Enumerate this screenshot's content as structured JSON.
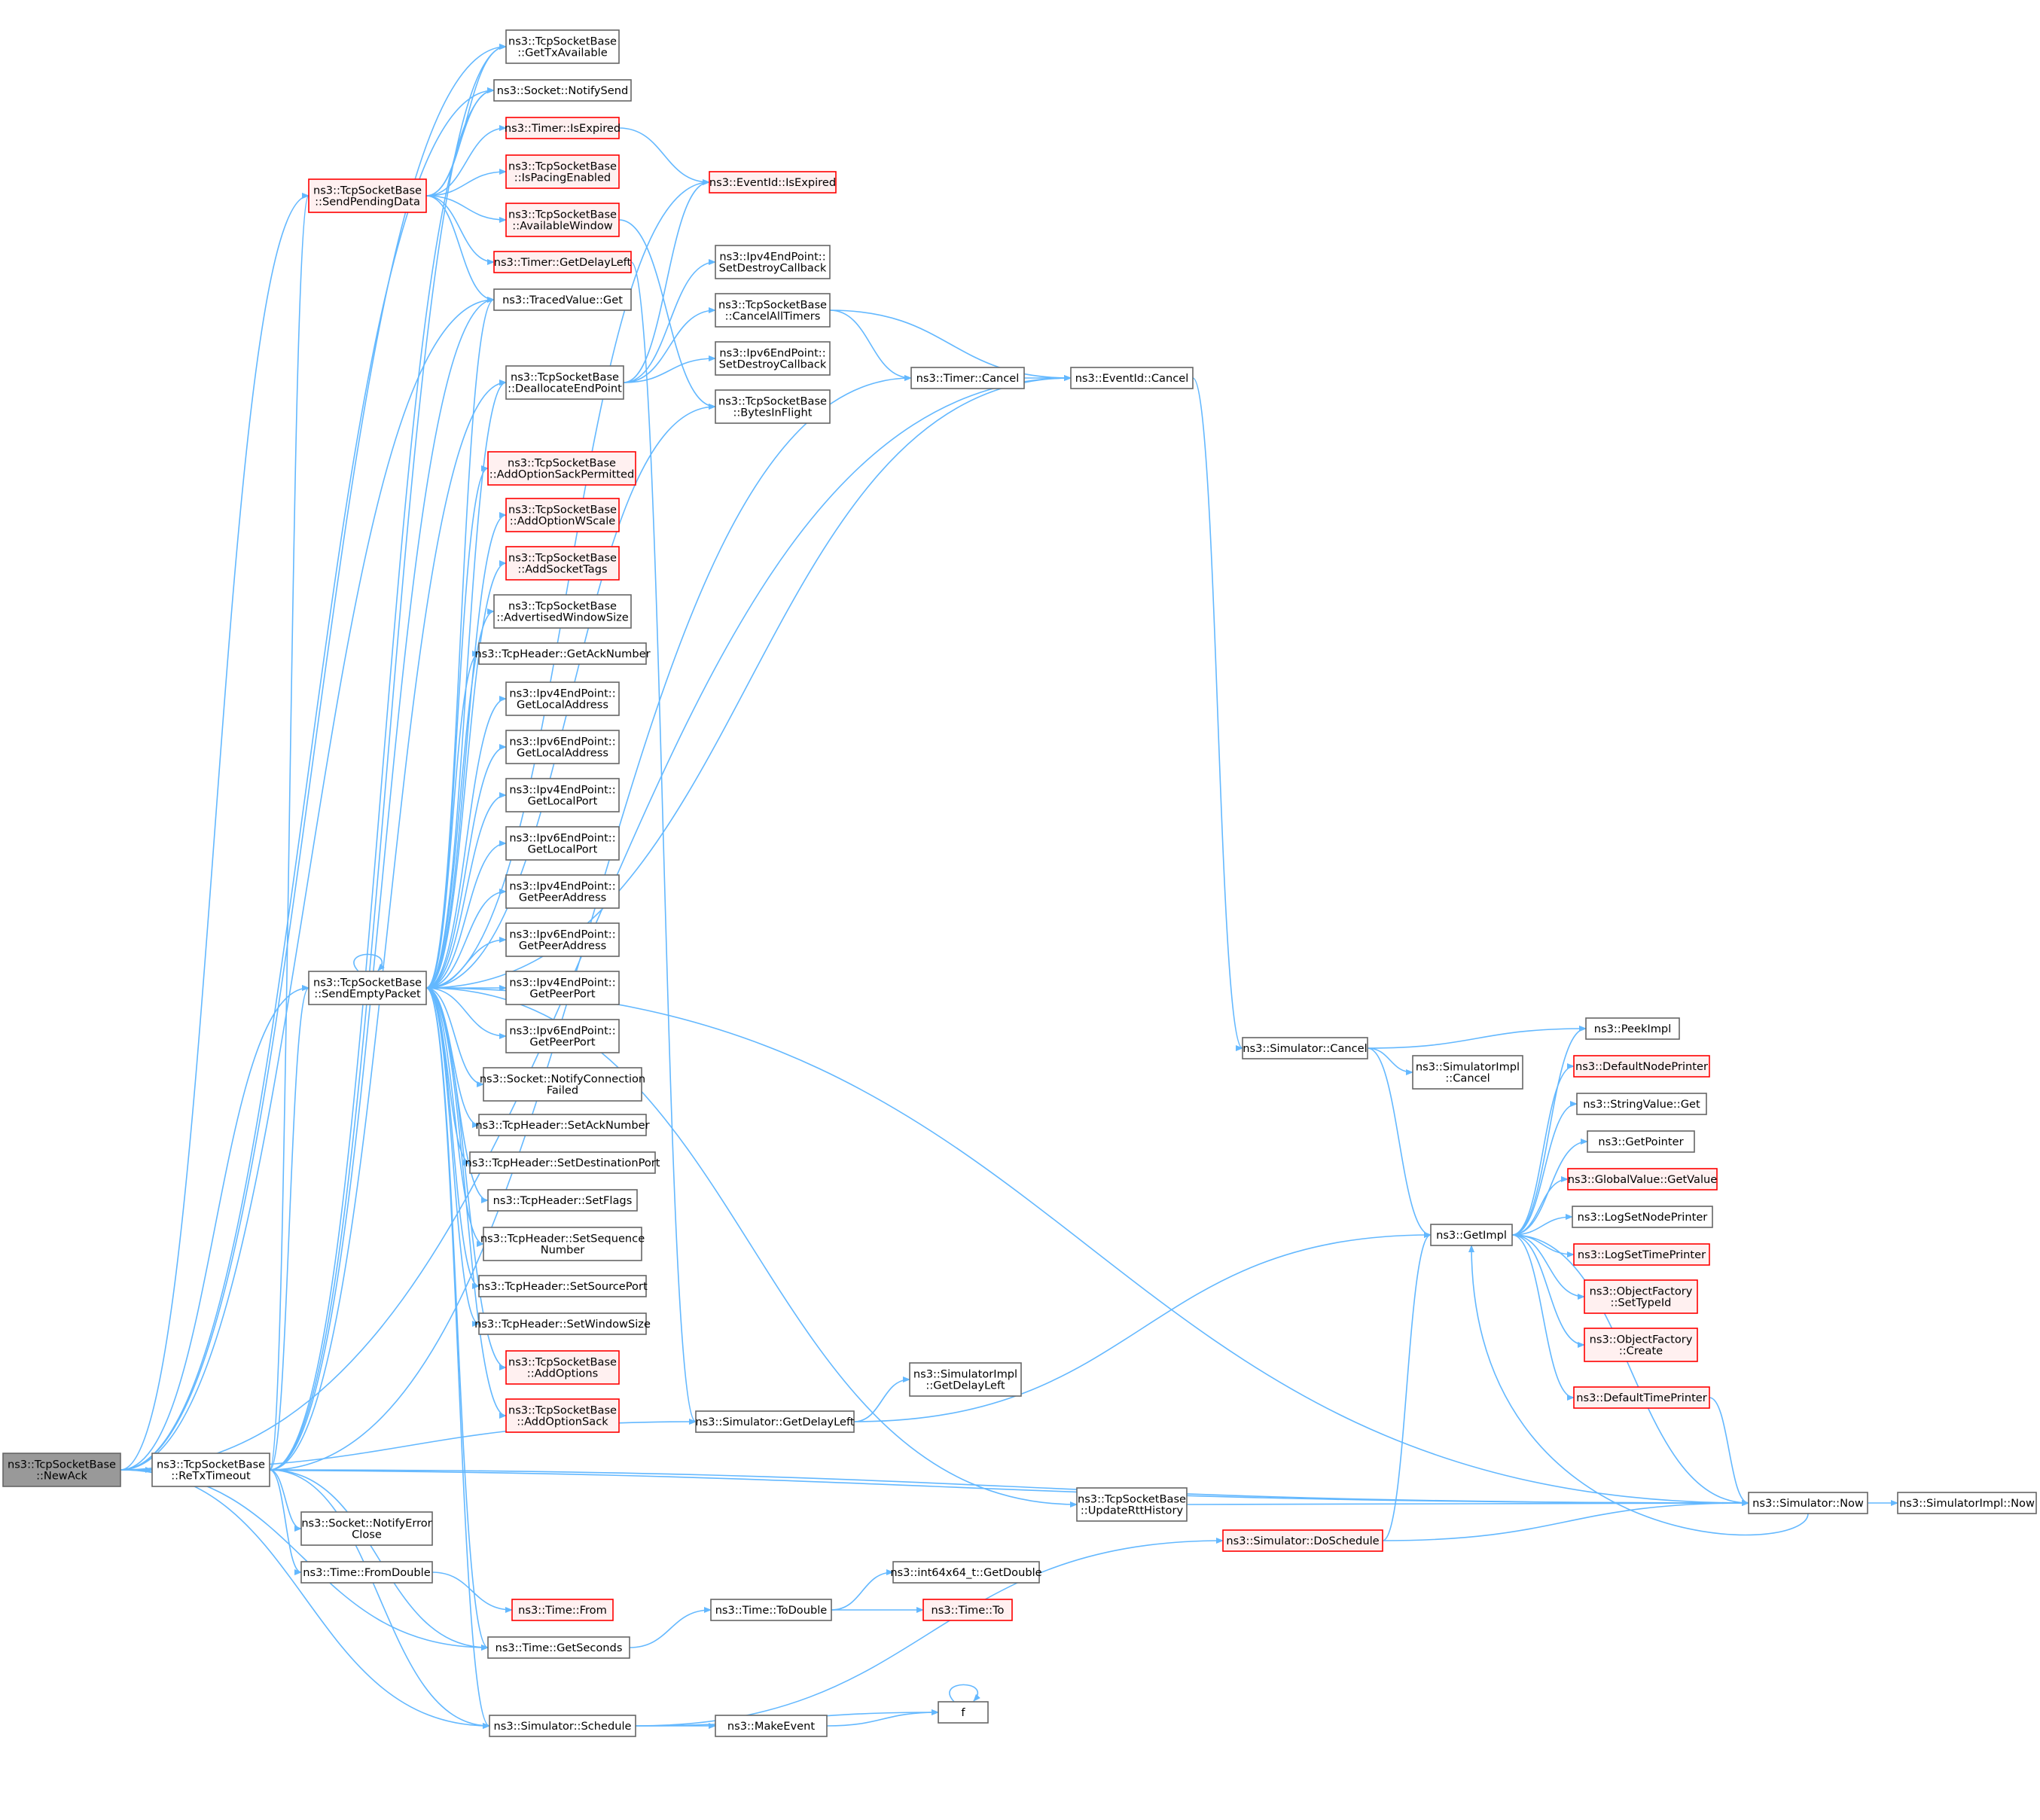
{
  "nodes": [
    {
      "id": "n0",
      "lines": [
        "ns3::TcpSocketBase",
        "::NewAck"
      ],
      "style": "root"
    },
    {
      "id": "n1",
      "lines": [
        "ns3::TcpSocketBase",
        "::ReTxTimeout"
      ],
      "style": "normal"
    },
    {
      "id": "n2",
      "lines": [
        "ns3::TcpSocketBase",
        "::SendPendingData"
      ],
      "style": "red"
    },
    {
      "id": "n3",
      "lines": [
        "ns3::TcpSocketBase",
        "::SendEmptyPacket"
      ],
      "style": "normal"
    },
    {
      "id": "n4",
      "lines": [
        "ns3::TcpSocketBase",
        "::GetTxAvailable"
      ],
      "style": "normal"
    },
    {
      "id": "n5",
      "lines": [
        "ns3::Socket::NotifySend"
      ],
      "style": "normal"
    },
    {
      "id": "n6",
      "lines": [
        "ns3::Timer::IsExpired"
      ],
      "style": "red"
    },
    {
      "id": "n7",
      "lines": [
        "ns3::TcpSocketBase",
        "::IsPacingEnabled"
      ],
      "style": "red"
    },
    {
      "id": "n8",
      "lines": [
        "ns3::TcpSocketBase",
        "::AvailableWindow"
      ],
      "style": "red"
    },
    {
      "id": "n9",
      "lines": [
        "ns3::Timer::GetDelayLeft"
      ],
      "style": "red"
    },
    {
      "id": "n10",
      "lines": [
        "ns3::TracedValue::Get"
      ],
      "style": "normal"
    },
    {
      "id": "n11",
      "lines": [
        "ns3::TcpSocketBase",
        "::DeallocateEndPoint"
      ],
      "style": "normal"
    },
    {
      "id": "n12",
      "lines": [
        "ns3::TcpSocketBase",
        "::AddOptionSackPermitted"
      ],
      "style": "red"
    },
    {
      "id": "n13",
      "lines": [
        "ns3::TcpSocketBase",
        "::AddOptionWScale"
      ],
      "style": "red"
    },
    {
      "id": "n14",
      "lines": [
        "ns3::TcpSocketBase",
        "::AddSocketTags"
      ],
      "style": "red"
    },
    {
      "id": "n15",
      "lines": [
        "ns3::TcpSocketBase",
        "::AdvertisedWindowSize"
      ],
      "style": "normal"
    },
    {
      "id": "n16",
      "lines": [
        "ns3::TcpHeader::GetAckNumber"
      ],
      "style": "normal"
    },
    {
      "id": "n17",
      "lines": [
        "ns3::Ipv4EndPoint::",
        "GetLocalAddress"
      ],
      "style": "normal"
    },
    {
      "id": "n18",
      "lines": [
        "ns3::Ipv6EndPoint::",
        "GetLocalAddress"
      ],
      "style": "normal"
    },
    {
      "id": "n19",
      "lines": [
        "ns3::Ipv4EndPoint::",
        "GetLocalPort"
      ],
      "style": "normal"
    },
    {
      "id": "n20",
      "lines": [
        "ns3::Ipv6EndPoint::",
        "GetLocalPort"
      ],
      "style": "normal"
    },
    {
      "id": "n21",
      "lines": [
        "ns3::Ipv4EndPoint::",
        "GetPeerAddress"
      ],
      "style": "normal"
    },
    {
      "id": "n22",
      "lines": [
        "ns3::Ipv6EndPoint::",
        "GetPeerAddress"
      ],
      "style": "normal"
    },
    {
      "id": "n23",
      "lines": [
        "ns3::Ipv4EndPoint::",
        "GetPeerPort"
      ],
      "style": "normal"
    },
    {
      "id": "n24",
      "lines": [
        "ns3::Ipv6EndPoint::",
        "GetPeerPort"
      ],
      "style": "normal"
    },
    {
      "id": "n25",
      "lines": [
        "ns3::Socket::NotifyConnection",
        "Failed"
      ],
      "style": "normal"
    },
    {
      "id": "n26",
      "lines": [
        "ns3::TcpHeader::SetAckNumber"
      ],
      "style": "normal"
    },
    {
      "id": "n27",
      "lines": [
        "ns3::TcpHeader::SetDestinationPort"
      ],
      "style": "normal"
    },
    {
      "id": "n28",
      "lines": [
        "ns3::TcpHeader::SetFlags"
      ],
      "style": "normal"
    },
    {
      "id": "n29",
      "lines": [
        "ns3::TcpHeader::SetSequence",
        "Number"
      ],
      "style": "normal"
    },
    {
      "id": "n30",
      "lines": [
        "ns3::TcpHeader::SetSourcePort"
      ],
      "style": "normal"
    },
    {
      "id": "n31",
      "lines": [
        "ns3::TcpHeader::SetWindowSize"
      ],
      "style": "normal"
    },
    {
      "id": "n32",
      "lines": [
        "ns3::TcpSocketBase",
        "::AddOptions"
      ],
      "style": "red"
    },
    {
      "id": "n33",
      "lines": [
        "ns3::TcpSocketBase",
        "::AddOptionSack"
      ],
      "style": "red"
    },
    {
      "id": "n34",
      "lines": [
        "ns3::Socket::NotifyError",
        "Close"
      ],
      "style": "normal"
    },
    {
      "id": "n35",
      "lines": [
        "ns3::Time::FromDouble"
      ],
      "style": "normal"
    },
    {
      "id": "n36",
      "lines": [
        "ns3::Time::From"
      ],
      "style": "red"
    },
    {
      "id": "n37",
      "lines": [
        "ns3::Time::GetSeconds"
      ],
      "style": "normal"
    },
    {
      "id": "n38",
      "lines": [
        "ns3::Simulator::Schedule"
      ],
      "style": "normal"
    },
    {
      "id": "n39",
      "lines": [
        "ns3::EventId::IsExpired"
      ],
      "style": "red"
    },
    {
      "id": "n40",
      "lines": [
        "ns3::Ipv4EndPoint::",
        "SetDestroyCallback"
      ],
      "style": "normal"
    },
    {
      "id": "n41",
      "lines": [
        "ns3::TcpSocketBase",
        "::CancelAllTimers"
      ],
      "style": "normal"
    },
    {
      "id": "n42",
      "lines": [
        "ns3::Ipv6EndPoint::",
        "SetDestroyCallback"
      ],
      "style": "normal"
    },
    {
      "id": "n43",
      "lines": [
        "ns3::TcpSocketBase",
        "::BytesInFlight"
      ],
      "style": "normal"
    },
    {
      "id": "n44",
      "lines": [
        "ns3::Simulator::GetDelayLeft"
      ],
      "style": "normal"
    },
    {
      "id": "n45",
      "lines": [
        "ns3::Time::ToDouble"
      ],
      "style": "normal"
    },
    {
      "id": "n46",
      "lines": [
        "ns3::MakeEvent"
      ],
      "style": "normal"
    },
    {
      "id": "n47",
      "lines": [
        "ns3::Timer::Cancel"
      ],
      "style": "normal"
    },
    {
      "id": "n48",
      "lines": [
        "f"
      ],
      "style": "normal"
    },
    {
      "id": "n49",
      "lines": [
        "ns3::SimulatorImpl",
        "::GetDelayLeft"
      ],
      "style": "normal"
    },
    {
      "id": "n50",
      "lines": [
        "ns3::int64x64_t::GetDouble"
      ],
      "style": "normal"
    },
    {
      "id": "n51",
      "lines": [
        "ns3::Time::To"
      ],
      "style": "red"
    },
    {
      "id": "n52",
      "lines": [
        "ns3::EventId::Cancel"
      ],
      "style": "normal"
    },
    {
      "id": "n53",
      "lines": [
        "ns3::TcpSocketBase",
        "::UpdateRttHistory"
      ],
      "style": "normal"
    },
    {
      "id": "n54",
      "lines": [
        "ns3::Simulator::DoSchedule"
      ],
      "style": "red"
    },
    {
      "id": "n55",
      "lines": [
        "ns3::Simulator::Cancel"
      ],
      "style": "normal"
    },
    {
      "id": "n56",
      "lines": [
        "ns3::SimulatorImpl",
        "::Cancel"
      ],
      "style": "normal"
    },
    {
      "id": "n57",
      "lines": [
        "ns3::GetImpl"
      ],
      "style": "normal"
    },
    {
      "id": "n58",
      "lines": [
        "ns3::PeekImpl"
      ],
      "style": "normal"
    },
    {
      "id": "n59",
      "lines": [
        "ns3::DefaultNodePrinter"
      ],
      "style": "red"
    },
    {
      "id": "n60",
      "lines": [
        "ns3::StringValue::Get"
      ],
      "style": "normal"
    },
    {
      "id": "n61",
      "lines": [
        "ns3::GetPointer"
      ],
      "style": "normal"
    },
    {
      "id": "n62",
      "lines": [
        "ns3::GlobalValue::GetValue"
      ],
      "style": "red"
    },
    {
      "id": "n63",
      "lines": [
        "ns3::LogSetNodePrinter"
      ],
      "style": "normal"
    },
    {
      "id": "n64",
      "lines": [
        "ns3::LogSetTimePrinter"
      ],
      "style": "red"
    },
    {
      "id": "n65",
      "lines": [
        "ns3::ObjectFactory",
        "::SetTypeId"
      ],
      "style": "red"
    },
    {
      "id": "n66",
      "lines": [
        "ns3::ObjectFactory",
        "::Create"
      ],
      "style": "red"
    },
    {
      "id": "n67",
      "lines": [
        "ns3::DefaultTimePrinter"
      ],
      "style": "red"
    },
    {
      "id": "n68",
      "lines": [
        "ns3::Simulator::Now"
      ],
      "style": "normal"
    },
    {
      "id": "n69",
      "lines": [
        "ns3::SimulatorImpl::Now"
      ],
      "style": "normal"
    }
  ]
}
